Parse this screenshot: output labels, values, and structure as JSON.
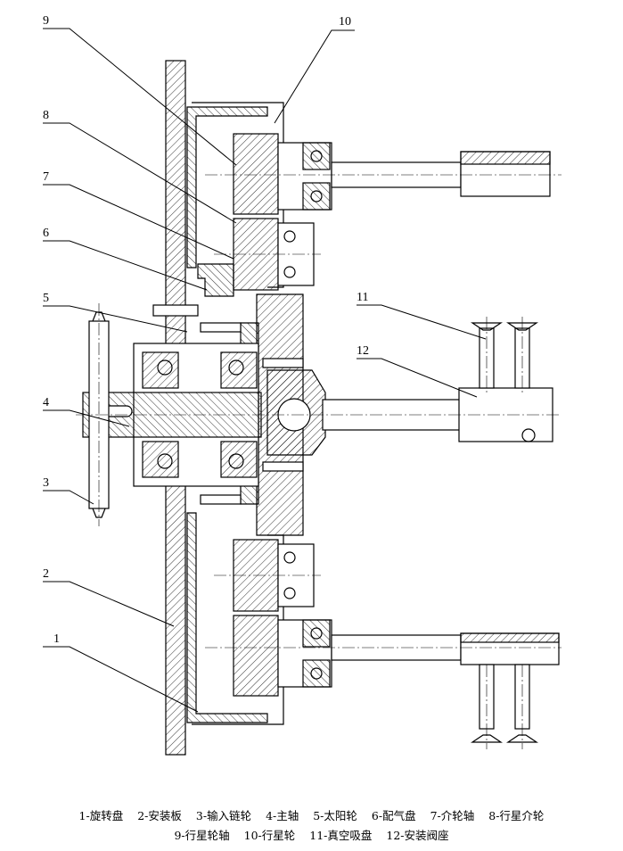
{
  "callouts": [
    {
      "num": "1"
    },
    {
      "num": "2"
    },
    {
      "num": "3"
    },
    {
      "num": "4"
    },
    {
      "num": "5"
    },
    {
      "num": "6"
    },
    {
      "num": "7"
    },
    {
      "num": "8"
    },
    {
      "num": "9"
    },
    {
      "num": "10"
    },
    {
      "num": "11"
    },
    {
      "num": "12"
    }
  ],
  "legend": {
    "line1": [
      "1-旋转盘",
      "2-安装板",
      "3-输入链轮",
      "4-主轴",
      "5-太阳轮",
      "6-配气盘",
      "7-介轮轴",
      "8-行星介轮"
    ],
    "line2": [
      "9-行星轮轴",
      "10-行星轮",
      "11-真空吸盘",
      "12-安装阀座"
    ]
  }
}
